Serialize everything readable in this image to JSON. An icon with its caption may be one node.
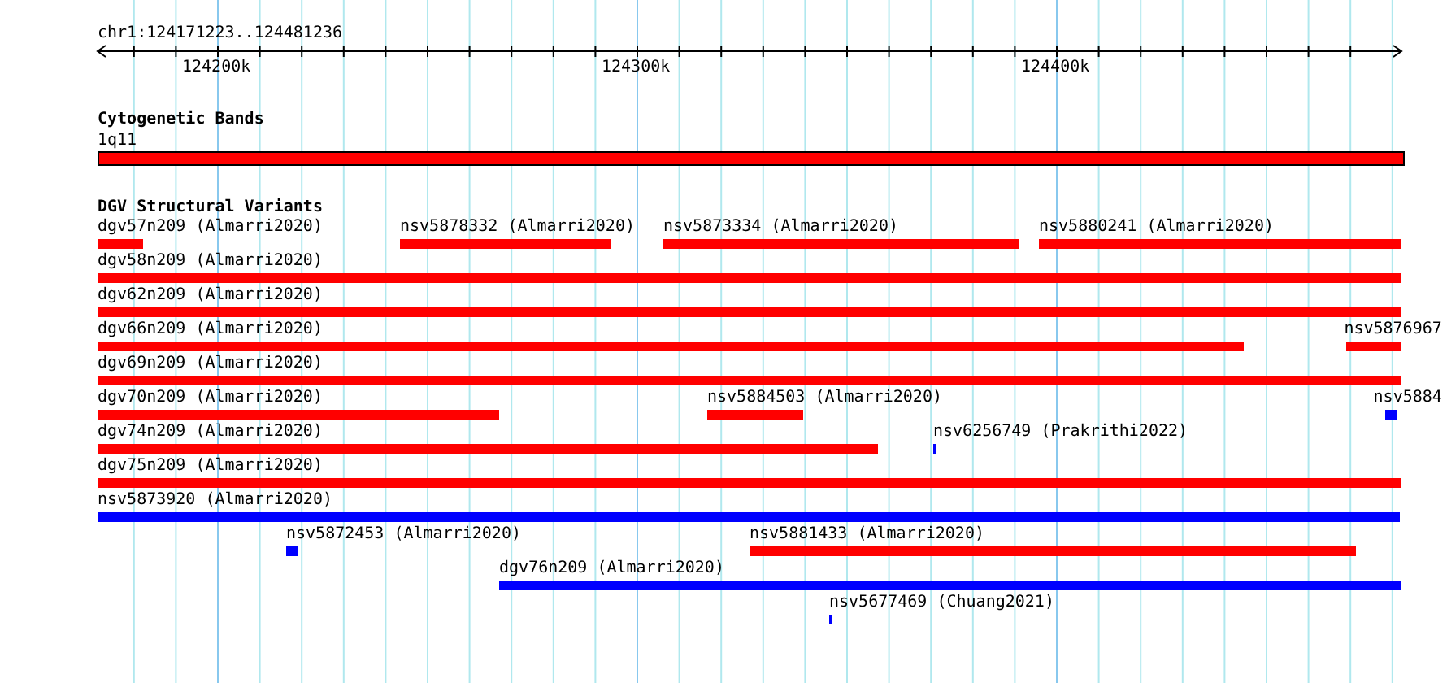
{
  "diagram": {
    "nodes": [
      {
        "text": [
          "1q11"
        ]
      },
      {
        "text": [
          "dgv57n209 (Almarri2020)"
        ]
      },
      {
        "text": [
          "nsv5878332 (Almarri2020)"
        ]
      },
      {
        "text": [
          "nsv5873334 (Almarri2020)"
        ]
      },
      {
        "text": [
          "nsv5880241 (Almarri2020)"
        ]
      },
      {
        "text": [
          "dgv58n209 (Almarri2020)"
        ]
      },
      {
        "text": [
          "dgv62n209 (Almarri2020)"
        ]
      },
      {
        "text": [
          "dgv66n209 (Almarri2020)"
        ]
      },
      {
        "text": [
          "nsv5876967"
        ]
      },
      {
        "text": [
          "dgv69n209 (Almarri2020)"
        ]
      },
      {
        "text": [
          "dgv70n209 (Almarri2020)"
        ]
      },
      {
        "text": [
          "nsv5884503 (Almarri2020)"
        ]
      },
      {
        "text": [
          "nsv5884"
        ]
      },
      {
        "text": [
          "dgv74n209 (Almarri2020)"
        ]
      },
      {
        "text": [
          "nsv6256749 (Prakrithi2022)"
        ]
      },
      {
        "text": [
          "dgv75n209 (Almarri2020)"
        ]
      },
      {
        "text": [
          "nsv5873920 (Almarri2020)"
        ]
      },
      {
        "text": [
          "nsv5872453 (Almarri2020)"
        ]
      },
      {
        "text": [
          "nsv5881433 (Almarri2020)"
        ]
      },
      {
        "text": [
          "dgv76n209 (Almarri2020)"
        ]
      },
      {
        "text": [
          "nsv5677469 (Chuang2021)"
        ]
      }
    ],
    "labels": [
      "chr1:124171223..124481236",
      "124200k",
      "124300k",
      "124400k",
      "Cytogenetic Bands",
      "DGV Structural Variants"
    ]
  }
}
